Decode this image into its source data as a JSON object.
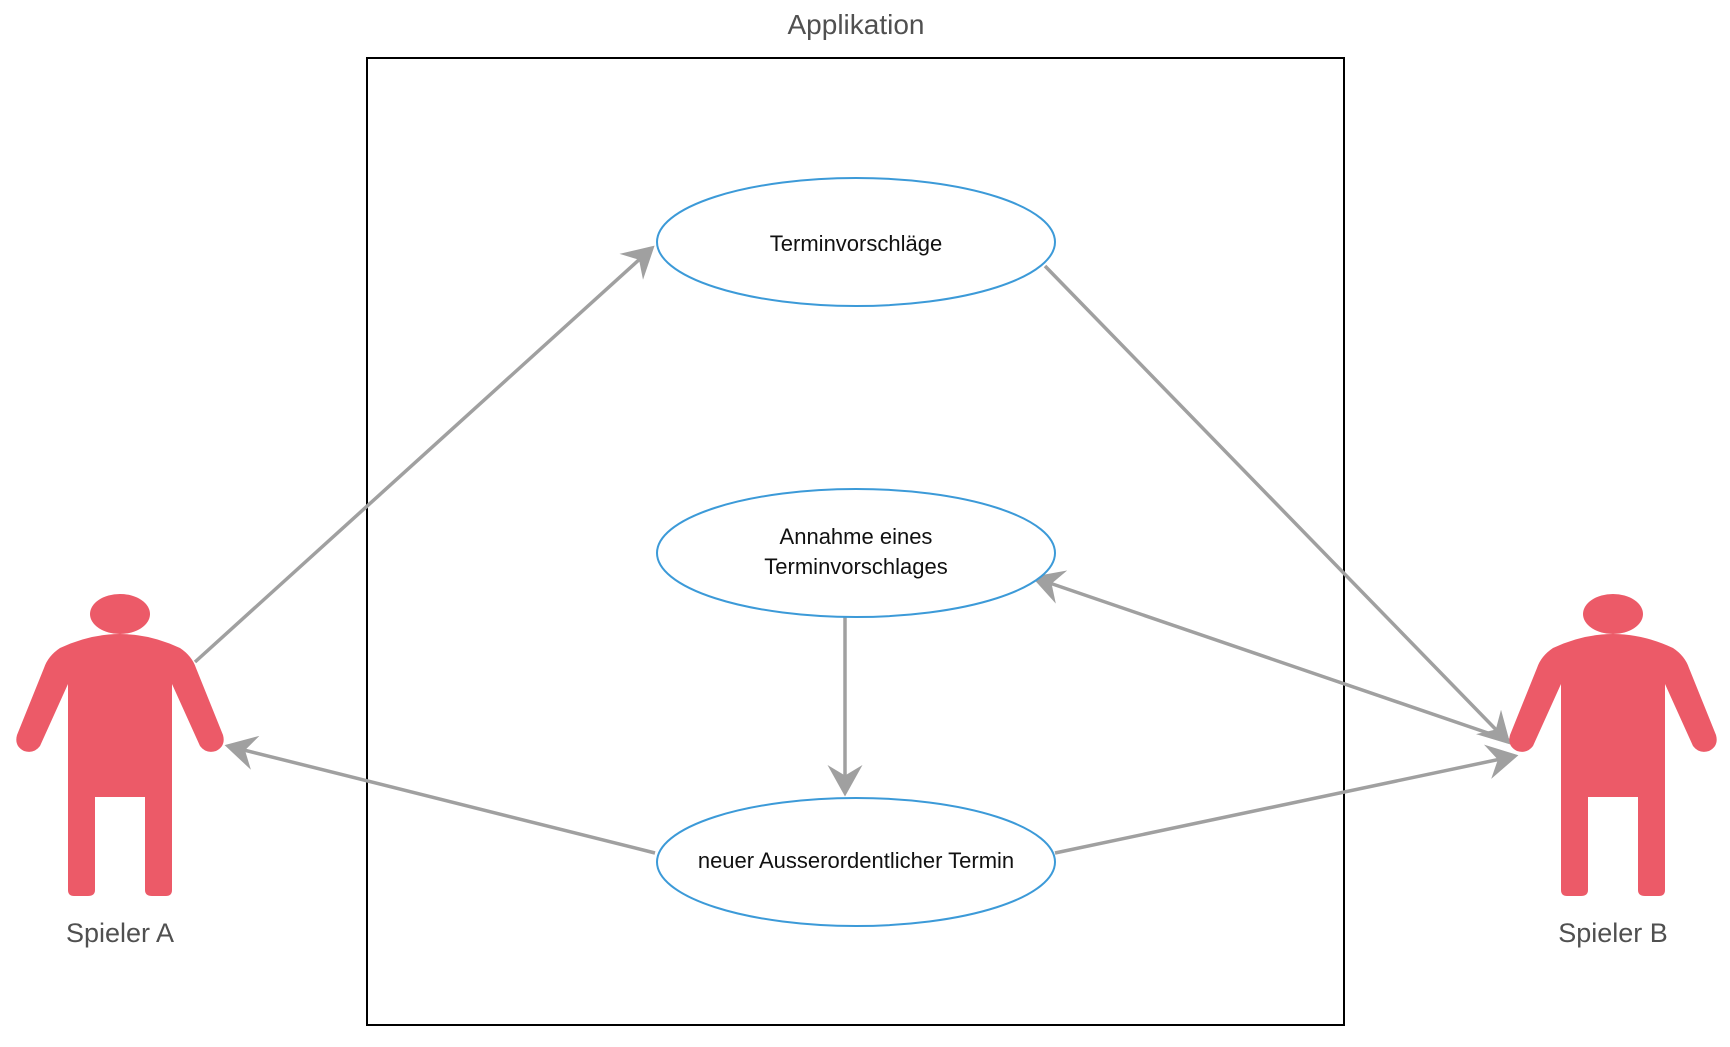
{
  "system": {
    "label": "Applikation"
  },
  "actors": [
    {
      "id": "spieler-a",
      "label": "Spieler A"
    },
    {
      "id": "spieler-b",
      "label": "Spieler B"
    }
  ],
  "use_cases": [
    {
      "id": "terminvorschlaege",
      "lines": [
        "Terminvorschläge"
      ]
    },
    {
      "id": "annahme",
      "lines": [
        "Annahme eines",
        "Terminvorschlages"
      ]
    },
    {
      "id": "ausserordentlich",
      "lines": [
        "neuer Ausserordentlicher Termin"
      ]
    }
  ],
  "edges": [
    {
      "from": "spieler-a",
      "to": "terminvorschlaege"
    },
    {
      "from": "terminvorschlaege",
      "to": "spieler-b"
    },
    {
      "from": "spieler-b",
      "to": "annahme"
    },
    {
      "from": "annahme",
      "to": "ausserordentlich"
    },
    {
      "from": "ausserordentlich",
      "to": "spieler-a"
    },
    {
      "from": "ausserordentlich",
      "to": "spieler-b"
    }
  ],
  "colors": {
    "actor": "#EC5A68",
    "use_case_stroke": "#3C9AD8",
    "edge": "#A0A0A0",
    "boundary": "#000000"
  }
}
